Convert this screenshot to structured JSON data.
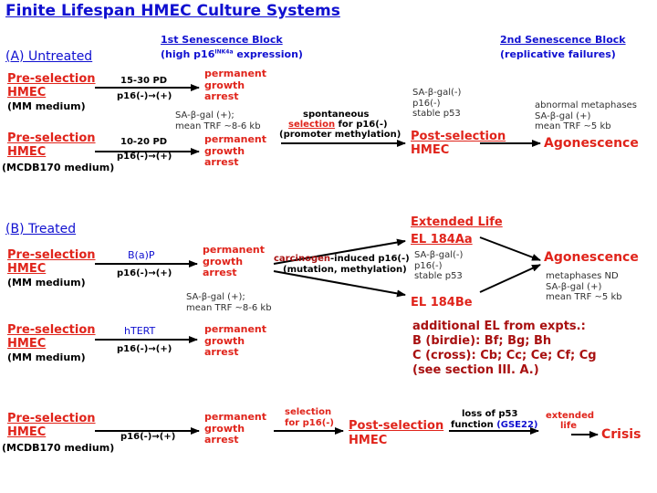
{
  "title": "Finite Lifespan HMEC Culture Systems",
  "block1": {
    "title": "1st Senescence Block",
    "sub_pre": "(high p16",
    "sub_sup": "INK4a",
    "sub_post": " expression)"
  },
  "block2": {
    "title": "2nd Senescence Block",
    "sub": "(replicative failures)"
  },
  "sectionA": "(A) Untreated",
  "sectionB": "(B) Treated",
  "a1": {
    "pre1": "Pre-selection",
    "pre2": "HMEC",
    "medium": "(MM medium)",
    "pd": "15-30 PD",
    "p16": "p16(-)→(+)",
    "arrest": [
      "permanent",
      "growth",
      "arrest"
    ],
    "sabgal": "SA-β-gal (+);",
    "trf": "mean TRF ~8-6 kb"
  },
  "a2": {
    "pre1": "Pre-selection",
    "pre2": "HMEC",
    "medium": "(MCDB170 medium)",
    "pd": "10-20 PD",
    "p16": "p16(-)→(+)",
    "arrest": [
      "permanent",
      "growth",
      "arrest"
    ],
    "spont1": "spontaneous",
    "spont_sel": "selection",
    "spont_for": " for p16(-)",
    "spont3": "(promoter methylation)",
    "post_props": [
      "SA-β-gal(-)",
      "p16(-)",
      "stable p53"
    ],
    "post1": "Post-selection",
    "post2": "HMEC",
    "ago_props": [
      "abnormal metaphases",
      "SA-β-gal (+)",
      "mean TRF ~5 kb"
    ],
    "agonescence": "Agonescence"
  },
  "b1": {
    "pre1": "Pre-selection",
    "pre2": "HMEC",
    "medium": "(MM medium)",
    "agent": "B(a)P",
    "p16": "p16(-)→(+)",
    "arrest": [
      "permanent",
      "growth",
      "arrest"
    ],
    "sabgal": "SA-β-gal (+);",
    "trf": "mean TRF ~8-6 kb",
    "carc_red": "carcinogen",
    "carc_rest": "-induced p16(-)",
    "carc2": "(mutation, methylation)",
    "ext_life": "Extended Life",
    "el_aa": "EL 184Aa",
    "el_props": [
      "SA-β-gal(-)",
      "p16(-)",
      "stable p53"
    ],
    "el_be": "EL 184Be",
    "agonescence": "Agonescence",
    "ago_props": [
      "metaphases ND",
      "SA-β-gal (+)",
      "mean TRF ~5 kb"
    ]
  },
  "b2": {
    "pre1": "Pre-selection",
    "pre2": "HMEC",
    "medium": "(MM medium)",
    "agent": "hTERT",
    "p16": "p16(-)→(+)",
    "arrest": [
      "permanent",
      "growth",
      "arrest"
    ],
    "additional": [
      "additional EL from expts.:",
      "B (birdie): Bf; Bg; Bh",
      "C (cross): Cb; Cc; Ce; Cf; Cg",
      "(see section III. A.)"
    ]
  },
  "c1": {
    "pre1": "Pre-selection",
    "pre2": "HMEC",
    "medium": "(MCDB170 medium)",
    "p16": "p16(-)→(+)",
    "arrest": [
      "permanent",
      "growth",
      "arrest"
    ],
    "sel1": "selection",
    "sel2": "for p16(-)",
    "post1": "Post-selection",
    "post2": "HMEC",
    "loss1": "loss of p53",
    "loss_fn": "function ",
    "loss_gse": "(GSE22)",
    "ext1": "extended",
    "ext2": "life",
    "crisis": "Crisis"
  },
  "colors": {
    "red": "#e0241b",
    "darkred": "#a81010",
    "blue": "#1010d0",
    "black": "#000000"
  }
}
